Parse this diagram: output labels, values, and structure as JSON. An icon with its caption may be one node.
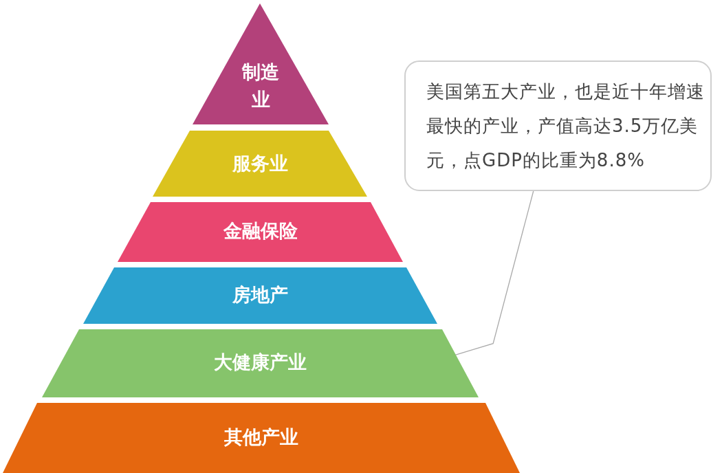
{
  "diagram": {
    "nodes": [
      {
        "text": [
          "制造业"
        ]
      },
      {
        "text": [
          "服务业"
        ]
      },
      {
        "text": [
          "金融保险"
        ]
      },
      {
        "text": [
          "房地产"
        ]
      },
      {
        "text": [
          "大健康产业"
        ]
      },
      {
        "text": [
          "其他产业"
        ]
      },
      {
        "text": [
          "美国第五大产业，也是近十年增速最快的产业，产值高达3.5万亿美元，点GDP的比重为8.8%"
        ]
      }
    ],
    "edges": [
      {
        "from": 6,
        "to": 4,
        "arrow": "none"
      }
    ]
  }
}
